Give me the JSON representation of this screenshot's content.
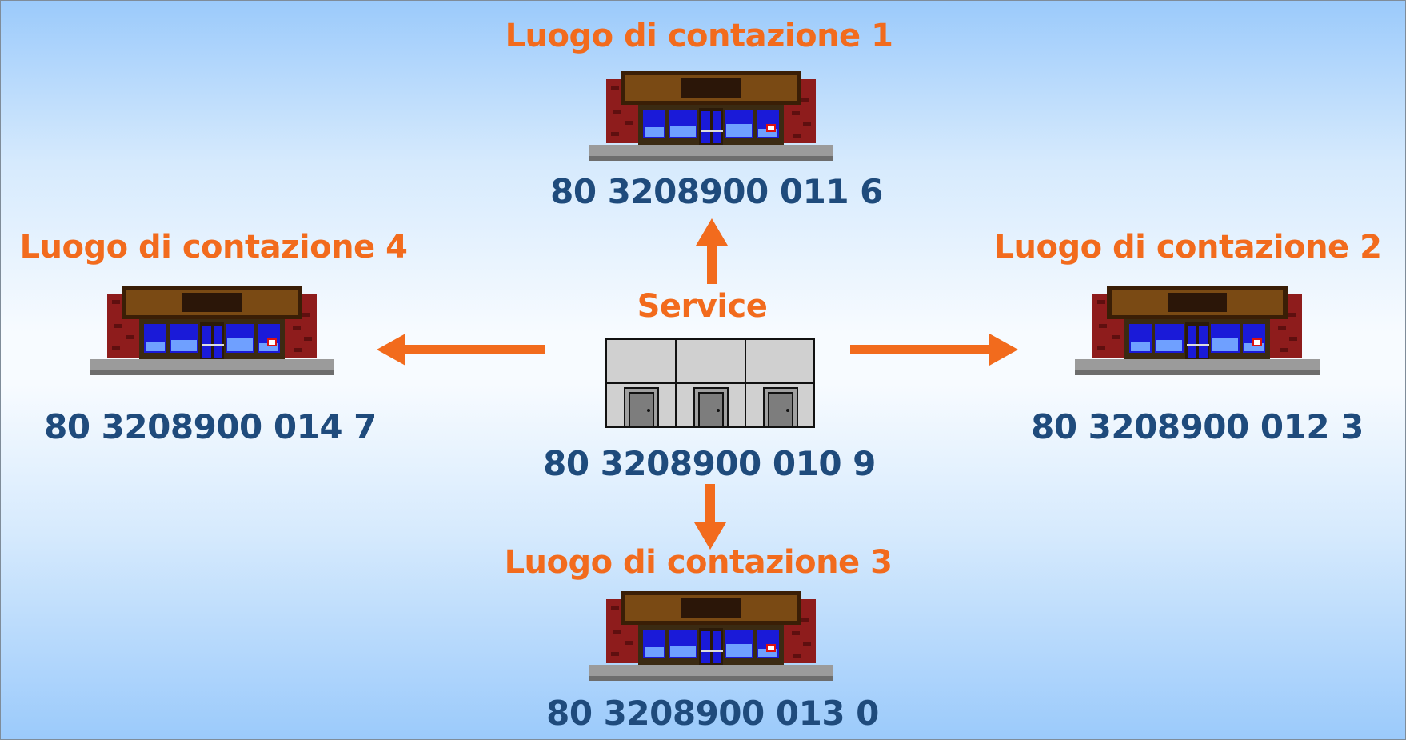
{
  "service": {
    "label": "Service",
    "code": "80 3208900 010 9"
  },
  "sites": [
    {
      "label": "Luogo di contazione 1",
      "code": "80 3208900 011 6"
    },
    {
      "label": "Luogo di contazione 2",
      "code": "80 3208900 012 3"
    },
    {
      "label": "Luogo di contazione 3",
      "code": "80 3208900 013 0"
    },
    {
      "label": "Luogo di contazione 4",
      "code": "80 3208900 014 7"
    }
  ],
  "colors": {
    "label_orange": "#f26b1d",
    "code_blue": "#1f4b7c",
    "background_top": "#9bcafb",
    "background_mid": "#f7fbff"
  },
  "icons": {
    "site": "storefront-icon",
    "service": "warehouse-icon",
    "connector": "arrow-icon"
  }
}
